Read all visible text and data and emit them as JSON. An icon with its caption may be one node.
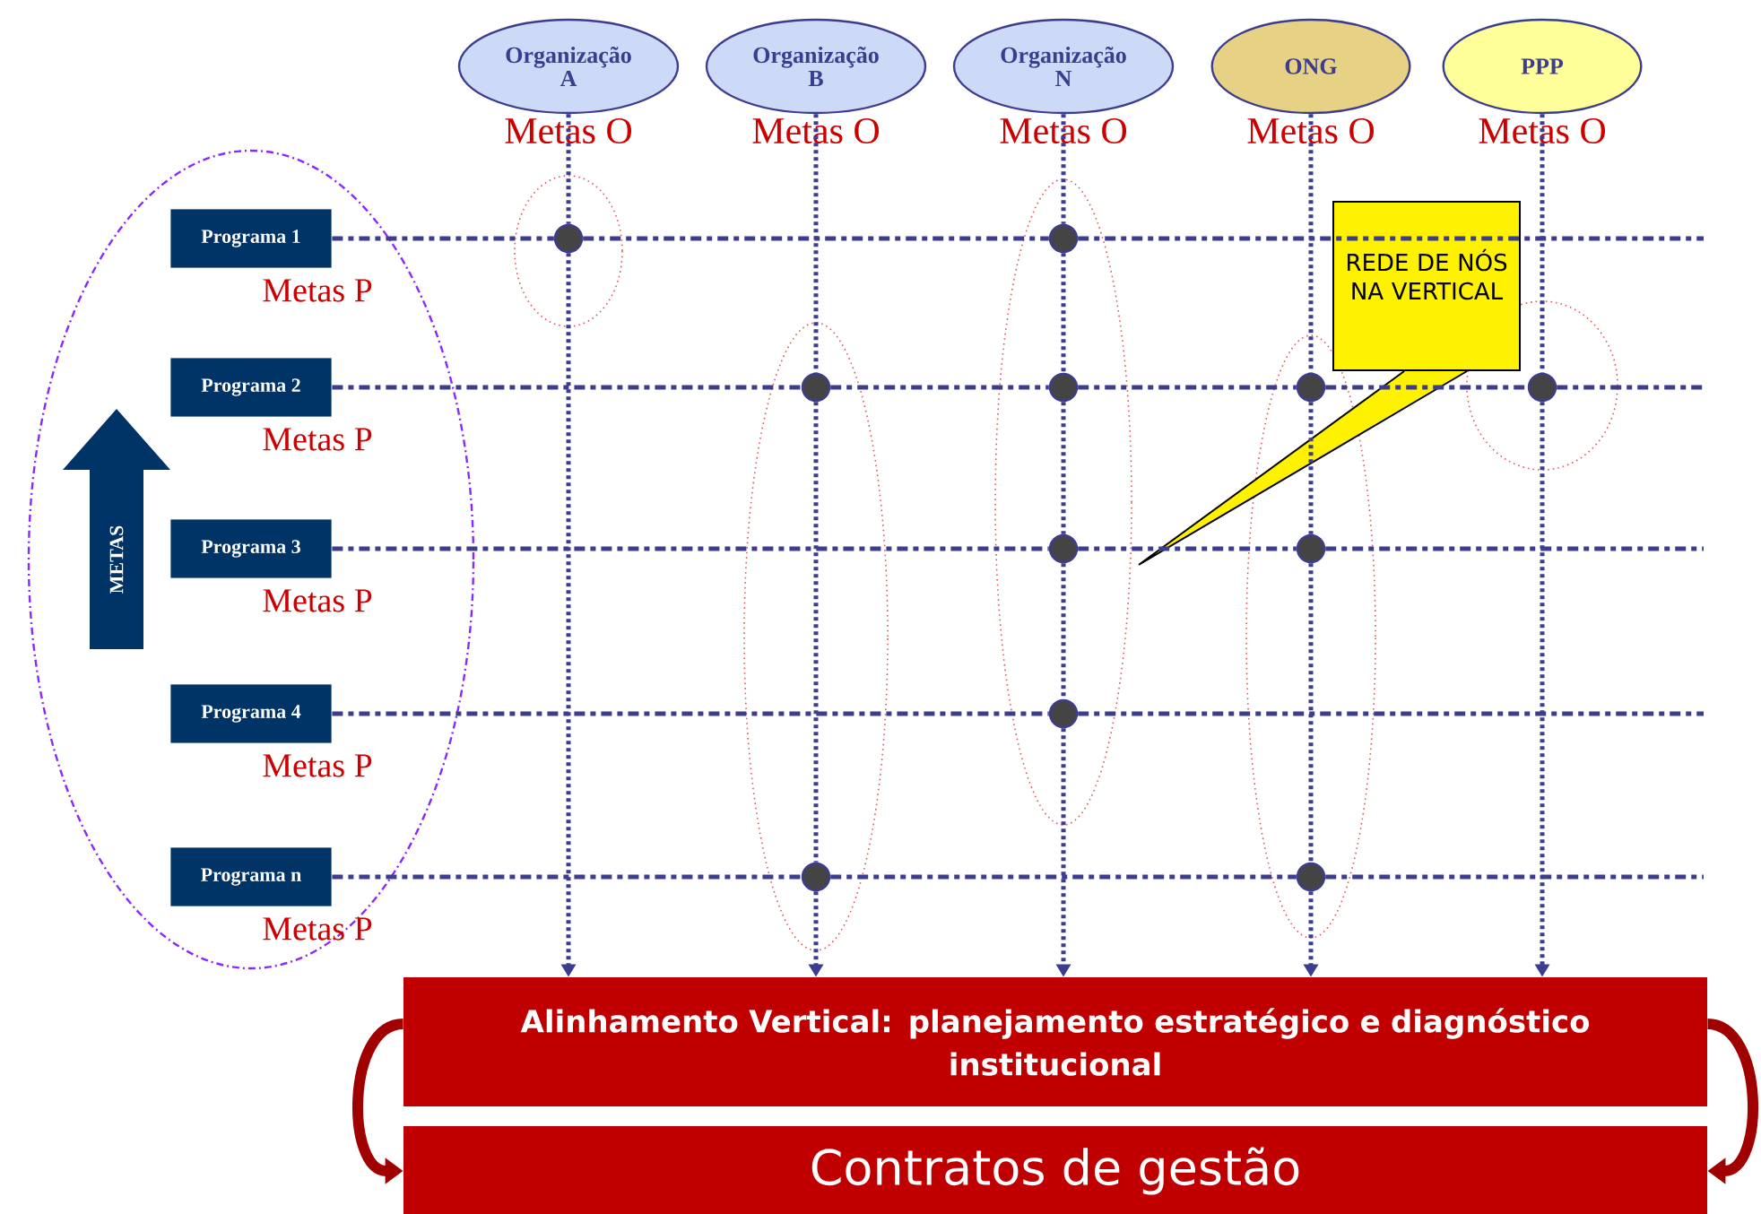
{
  "diagram": {
    "nodes": [
      {
        "text": [
          "Organização A"
        ],
        "beside": [
          "Metas O"
        ]
      },
      {
        "text": [
          "Organização B"
        ],
        "beside": [
          "Metas O"
        ]
      },
      {
        "text": [
          "Organização N"
        ],
        "beside": [
          "Metas O"
        ]
      },
      {
        "text": [
          "ONG"
        ],
        "beside": [
          "Metas O"
        ]
      },
      {
        "text": [
          "PPP"
        ],
        "beside": [
          "Metas O"
        ]
      },
      {
        "text": [
          "Programa 1"
        ],
        "beside": [
          "Metas P"
        ]
      },
      {
        "text": [
          "Programa 2"
        ],
        "beside": [
          "Metas P"
        ]
      },
      {
        "text": [
          "Programa 3"
        ],
        "beside": [
          "Metas P"
        ]
      },
      {
        "text": [
          "Programa 4"
        ],
        "beside": [
          "Metas P"
        ]
      },
      {
        "text": [
          "Programa n"
        ],
        "beside": [
          "Metas P"
        ]
      },
      {
        "text": [
          "METAS"
        ]
      },
      {
        "text": [
          "REDE DE NÓS NA VERTICAL"
        ]
      },
      {
        "text": [],
        "shape": "circle"
      },
      {
        "text": [],
        "shape": "circle"
      },
      {
        "text": [],
        "shape": "circle"
      },
      {
        "text": [],
        "shape": "circle"
      },
      {
        "text": [],
        "shape": "circle"
      },
      {
        "text": [],
        "shape": "circle"
      },
      {
        "text": [],
        "shape": "circle"
      },
      {
        "text": [],
        "shape": "circle"
      },
      {
        "text": [],
        "shape": "circle"
      },
      {
        "text": [],
        "shape": "circle"
      },
      {
        "text": [],
        "shape": "circle"
      },
      {
        "text": [
          "Alinhamento Vertical: planejamento estratégico e diagnóstico institucional"
        ]
      },
      {
        "text": [
          "Contratos de gestão"
        ]
      }
    ],
    "edges": [
      {
        "from": 0,
        "to": 12,
        "arrow": "none",
        "style": "dashed"
      },
      {
        "from": 12,
        "to": 23,
        "arrow": "to",
        "style": "dashed"
      },
      {
        "from": 1,
        "to": 14,
        "arrow": "none",
        "style": "dashed"
      },
      {
        "from": 14,
        "to": 21,
        "arrow": "none",
        "style": "dashed"
      },
      {
        "from": 21,
        "to": 23,
        "arrow": "to",
        "style": "dashed"
      },
      {
        "from": 2,
        "to": 13,
        "arrow": "none",
        "style": "dashed"
      },
      {
        "from": 13,
        "to": 15,
        "arrow": "none",
        "style": "dashed"
      },
      {
        "from": 15,
        "to": 18,
        "arrow": "none",
        "style": "dashed"
      },
      {
        "from": 18,
        "to": 20,
        "arrow": "none",
        "style": "dashed"
      },
      {
        "from": 20,
        "to": 23,
        "arrow": "to",
        "style": "dashed"
      },
      {
        "from": 3,
        "to": 16,
        "arrow": "none",
        "style": "dashed"
      },
      {
        "from": 16,
        "to": 19,
        "arrow": "none",
        "style": "dashed"
      },
      {
        "from": 19,
        "to": 22,
        "arrow": "none",
        "style": "dashed"
      },
      {
        "from": 22,
        "to": 23,
        "arrow": "to",
        "style": "dashed"
      },
      {
        "from": 4,
        "to": 17,
        "arrow": "none",
        "style": "dashed"
      },
      {
        "from": 17,
        "to": 23,
        "arrow": "to",
        "style": "dashed"
      },
      {
        "from": 5,
        "to": 12,
        "arrow": "none",
        "style": "dashed"
      },
      {
        "from": 12,
        "to": 13,
        "arrow": "none",
        "style": "dashed"
      },
      {
        "from": 13,
        "to": null,
        "arrow": "none",
        "style": "dashed"
      },
      {
        "from": 6,
        "to": 14,
        "arrow": "none",
        "style": "dashed"
      },
      {
        "from": 14,
        "to": 15,
        "arrow": "none",
        "style": "dashed"
      },
      {
        "from": 15,
        "to": 16,
        "arrow": "none",
        "style": "dashed"
      },
      {
        "from": 16,
        "to": 17,
        "arrow": "none",
        "style": "dashed"
      },
      {
        "from": 17,
        "to": null,
        "arrow": "none",
        "style": "dashed"
      },
      {
        "from": 7,
        "to": 18,
        "arrow": "none",
        "style": "dashed"
      },
      {
        "from": 18,
        "to": 19,
        "arrow": "none",
        "style": "dashed"
      },
      {
        "from": 19,
        "to": null,
        "arrow": "none",
        "style": "dashed"
      },
      {
        "from": 8,
        "to": 20,
        "arrow": "none",
        "style": "dashed"
      },
      {
        "from": 20,
        "to": null,
        "arrow": "none",
        "style": "dashed"
      },
      {
        "from": 9,
        "to": 21,
        "arrow": "none",
        "style": "dashed"
      },
      {
        "from": 21,
        "to": 22,
        "arrow": "none",
        "style": "dashed"
      },
      {
        "from": 22,
        "to": null,
        "arrow": "none",
        "style": "dashed"
      },
      {
        "from": 23,
        "to": 24,
        "arrow": "to",
        "style": "thick",
        "color": "#a00000"
      },
      {
        "from": 23,
        "to": 24,
        "arrow": "to",
        "style": "thick",
        "color": "#a00000"
      }
    ]
  }
}
